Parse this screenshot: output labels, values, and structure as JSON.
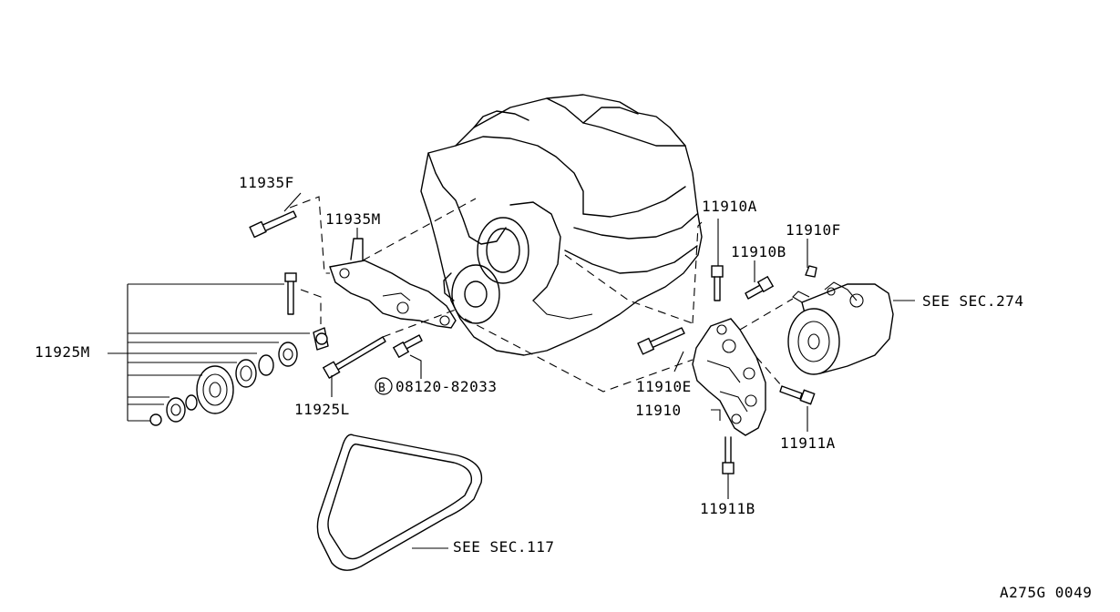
{
  "parts": {
    "p11935F": "11935F",
    "p11935M": "11935M",
    "p11925M": "11925M",
    "p11925L": "11925L",
    "bolt_ref": "08120-82033",
    "bolt_ref_badge": "B",
    "p11910A": "11910A",
    "p11910F": "11910F",
    "p11910B": "11910B",
    "p11910E": "11910E",
    "p11910": "11910",
    "p11911A": "11911A",
    "p11911B": "11911B"
  },
  "references": {
    "compressor": "SEE SEC.274",
    "belt": "SEE SEC.117"
  },
  "figure_code": "A275G 0049"
}
